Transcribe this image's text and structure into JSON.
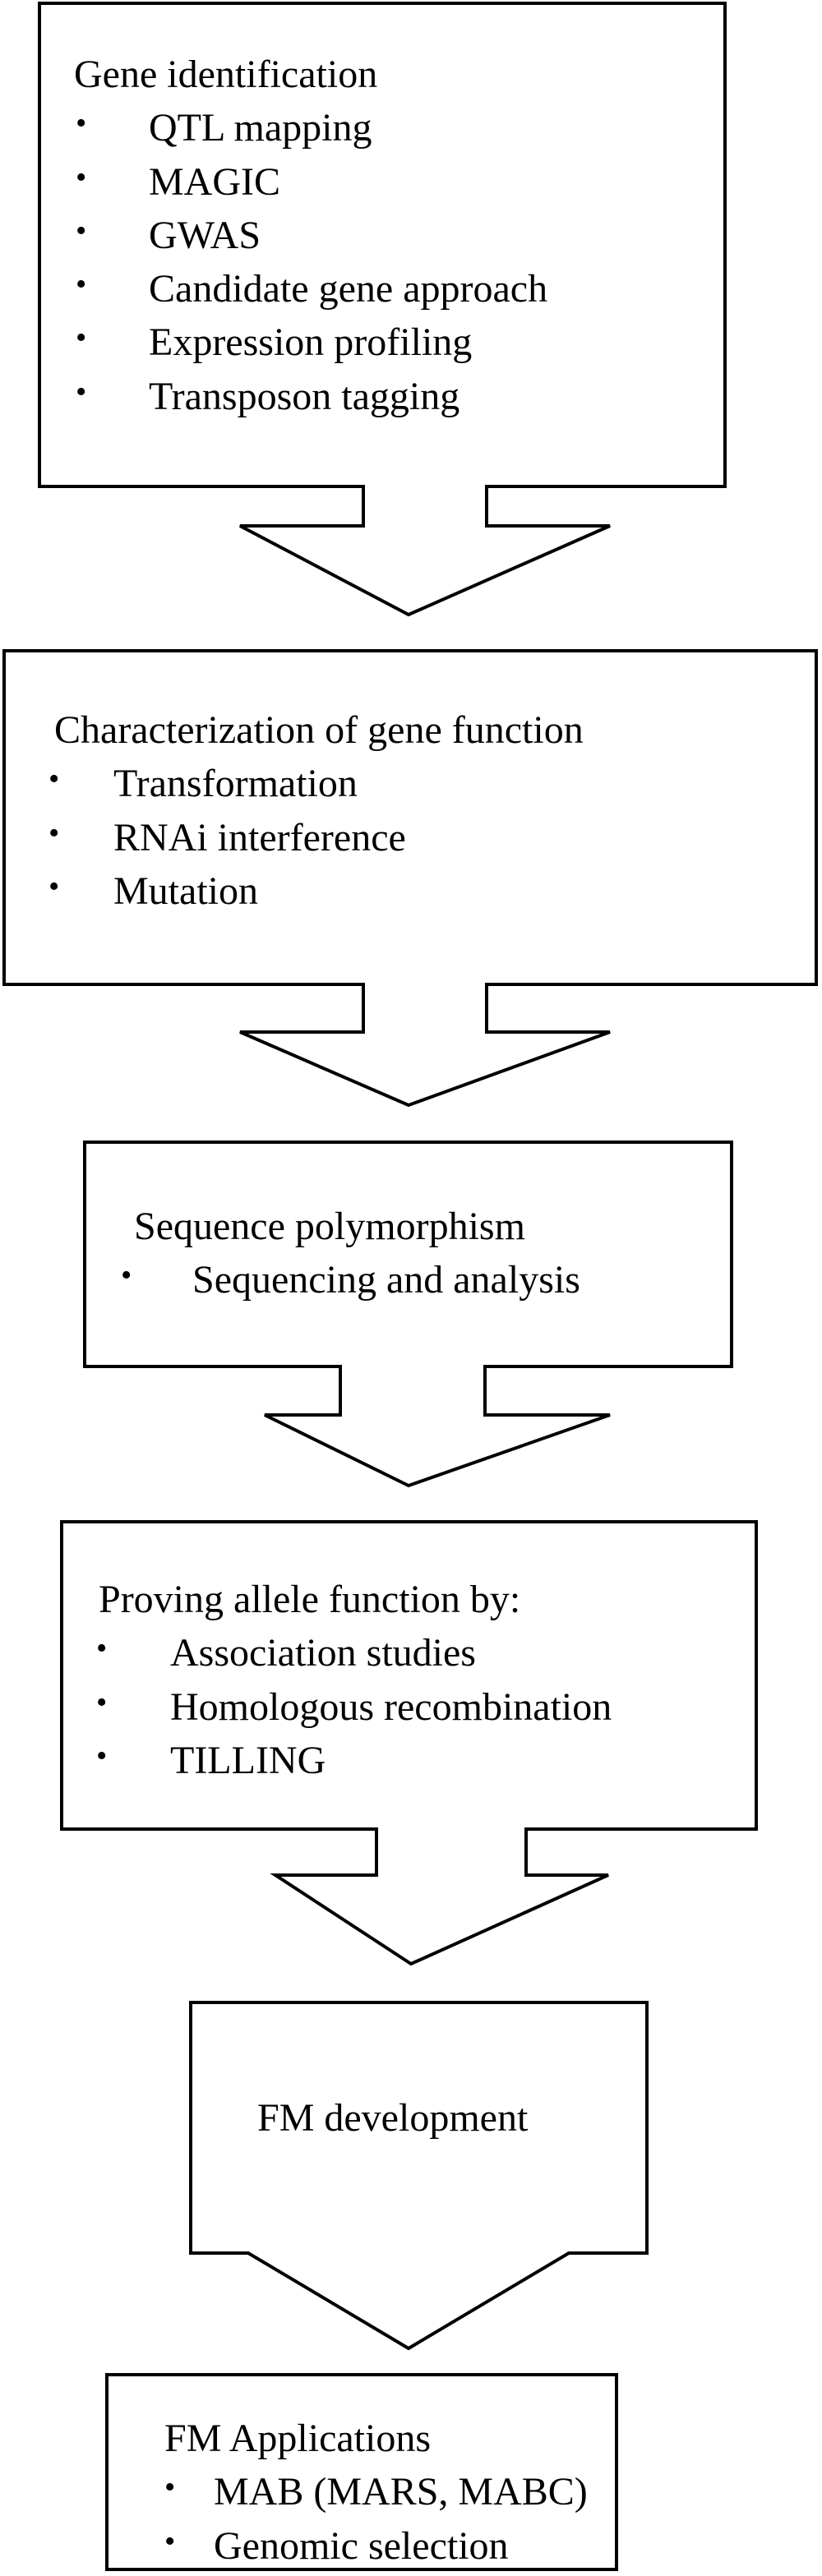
{
  "diagram": {
    "steps": [
      {
        "title": "Gene identification",
        "items": [
          "QTL mapping",
          "MAGIC",
          "GWAS",
          "Candidate gene approach",
          "Expression profiling",
          "Transposon tagging"
        ]
      },
      {
        "title": "Characterization of gene function",
        "items": [
          "Transformation",
          "RNAi interference",
          "Mutation"
        ]
      },
      {
        "title": "Sequence polymorphism",
        "items": [
          "Sequencing and analysis"
        ]
      },
      {
        "title": "Proving allele function by:",
        "items": [
          "Association studies",
          "Homologous recombination",
          "TILLING"
        ]
      },
      {
        "title": "FM development",
        "items": []
      },
      {
        "title": "FM Applications",
        "items": [
          "MAB (MARS, MABC)",
          "Genomic selection"
        ]
      }
    ],
    "bullet_glyph": "•",
    "colors": {
      "stroke": "#000000",
      "fill": "#ffffff",
      "text": "#000000"
    }
  }
}
